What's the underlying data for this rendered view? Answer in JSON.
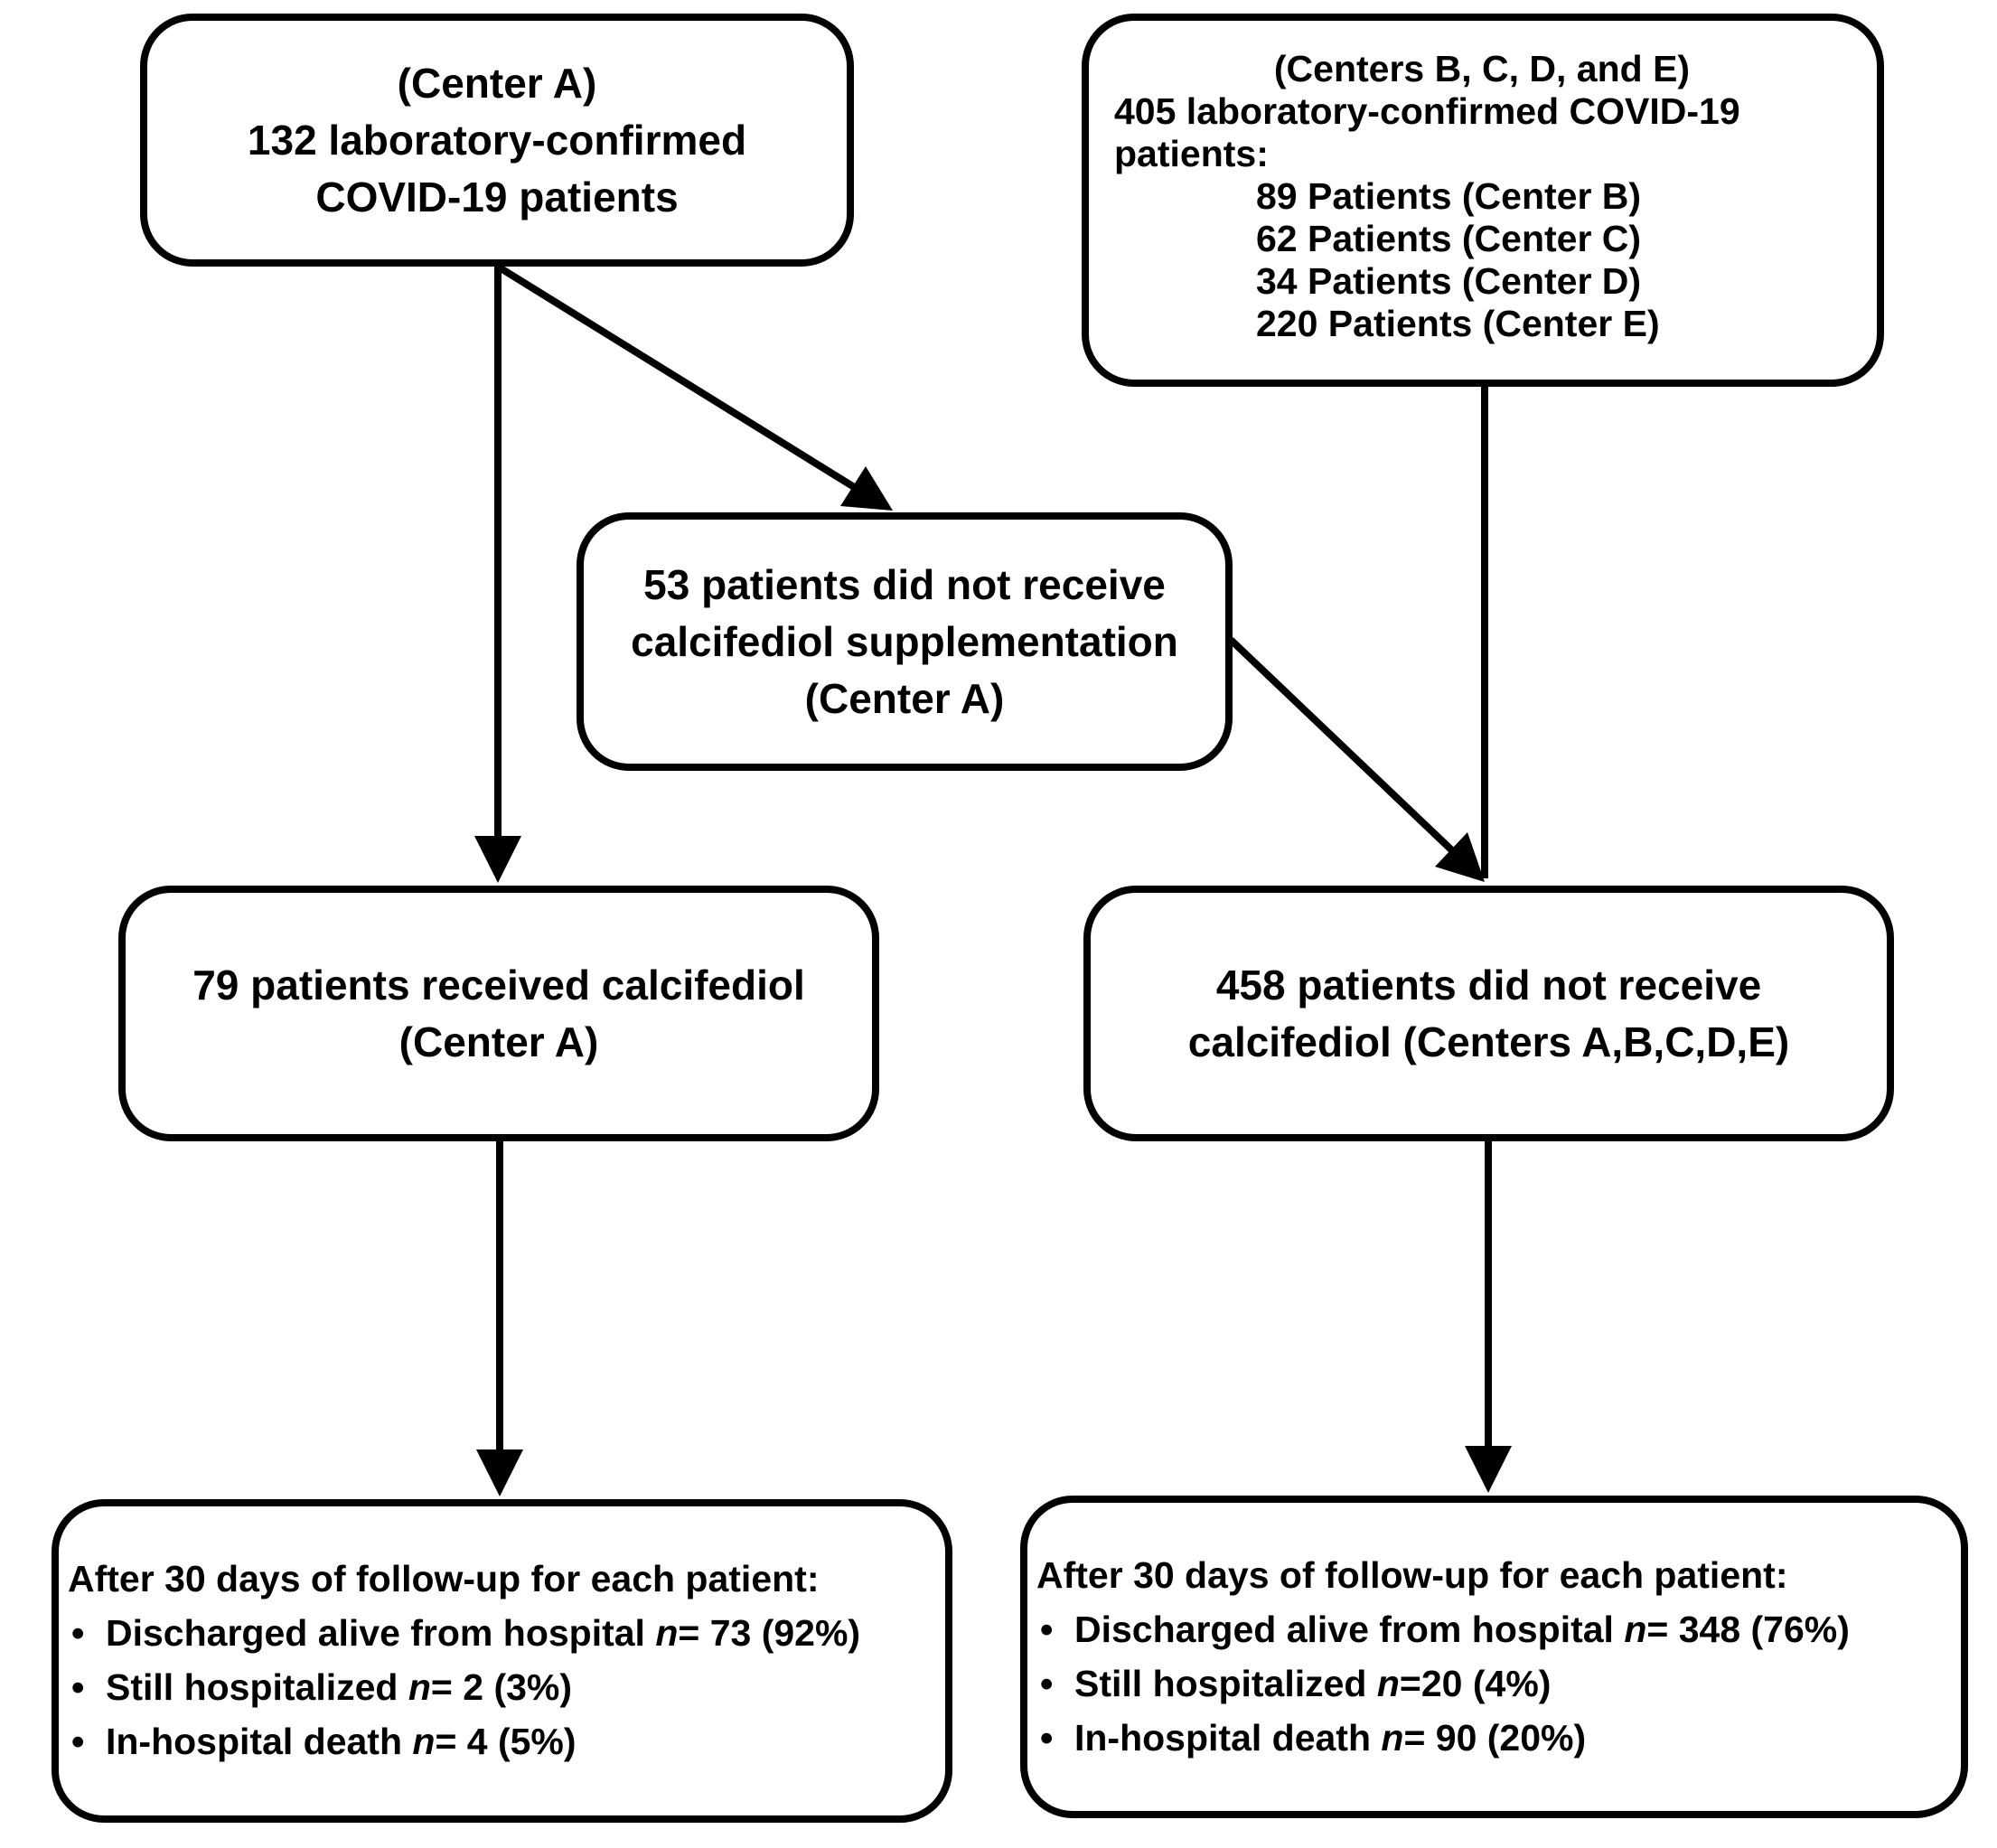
{
  "diagram": {
    "colors": {
      "line": "#000000",
      "background": "#ffffff",
      "text": "#000000"
    },
    "glyphs": {
      "bullet": "•"
    },
    "boxes": {
      "center_a": {
        "lines": [
          "(Center A)",
          "132 laboratory-confirmed",
          "COVID-19 patients"
        ]
      },
      "centers_bcde": {
        "header": "(Centers B, C, D, and E)",
        "line1": "405 laboratory-confirmed COVID-19",
        "line2": "patients:",
        "patients": [
          "89 Patients (Center B)",
          "62 Patients (Center C)",
          "34 Patients (Center D)",
          "220 Patients (Center E)"
        ]
      },
      "no_calcifediol_center_a": {
        "lines": [
          "53 patients did not receive",
          "calcifediol supplementation",
          "(Center A)"
        ]
      },
      "received_calcifediol": {
        "lines": [
          "79 patients received calcifediol",
          "(Center A)"
        ]
      },
      "no_calcifediol_all": {
        "lines": [
          "458 patients did not receive",
          "calcifediol (Centers A,B,C,D,E)"
        ]
      },
      "outcome_calcifediol": {
        "title": "After 30 days of follow-up for each patient:",
        "bullets": [
          {
            "pre": "Discharged alive from hospital ",
            "n": "n",
            "post": "= 73 (92%)"
          },
          {
            "pre": "Still hospitalized ",
            "n": "n",
            "post": "= 2 (3%)"
          },
          {
            "pre": "In-hospital death ",
            "n": "n",
            "post": "= 4 (5%)"
          }
        ]
      },
      "outcome_no_calcifediol": {
        "title": "After 30 days of follow-up for each patient:",
        "bullets": [
          {
            "pre": "Discharged alive from hospital ",
            "n": "n",
            "post": "= 348 (76%)"
          },
          {
            "pre": "Still hospitalized ",
            "n": "n",
            "post": "=20 (4%)"
          },
          {
            "pre": "In-hospital death ",
            "n": "n",
            "post": "= 90 (20%)"
          }
        ]
      }
    },
    "edges": [
      {
        "from": "center_a",
        "to": "received_calcifediol"
      },
      {
        "from": "center_a",
        "to": "no_calcifediol_center_a"
      },
      {
        "from": "no_calcifediol_center_a",
        "to": "no_calcifediol_all"
      },
      {
        "from": "centers_bcde",
        "to": "no_calcifediol_all"
      },
      {
        "from": "received_calcifediol",
        "to": "outcome_calcifediol"
      },
      {
        "from": "no_calcifediol_all",
        "to": "outcome_no_calcifediol"
      }
    ]
  }
}
